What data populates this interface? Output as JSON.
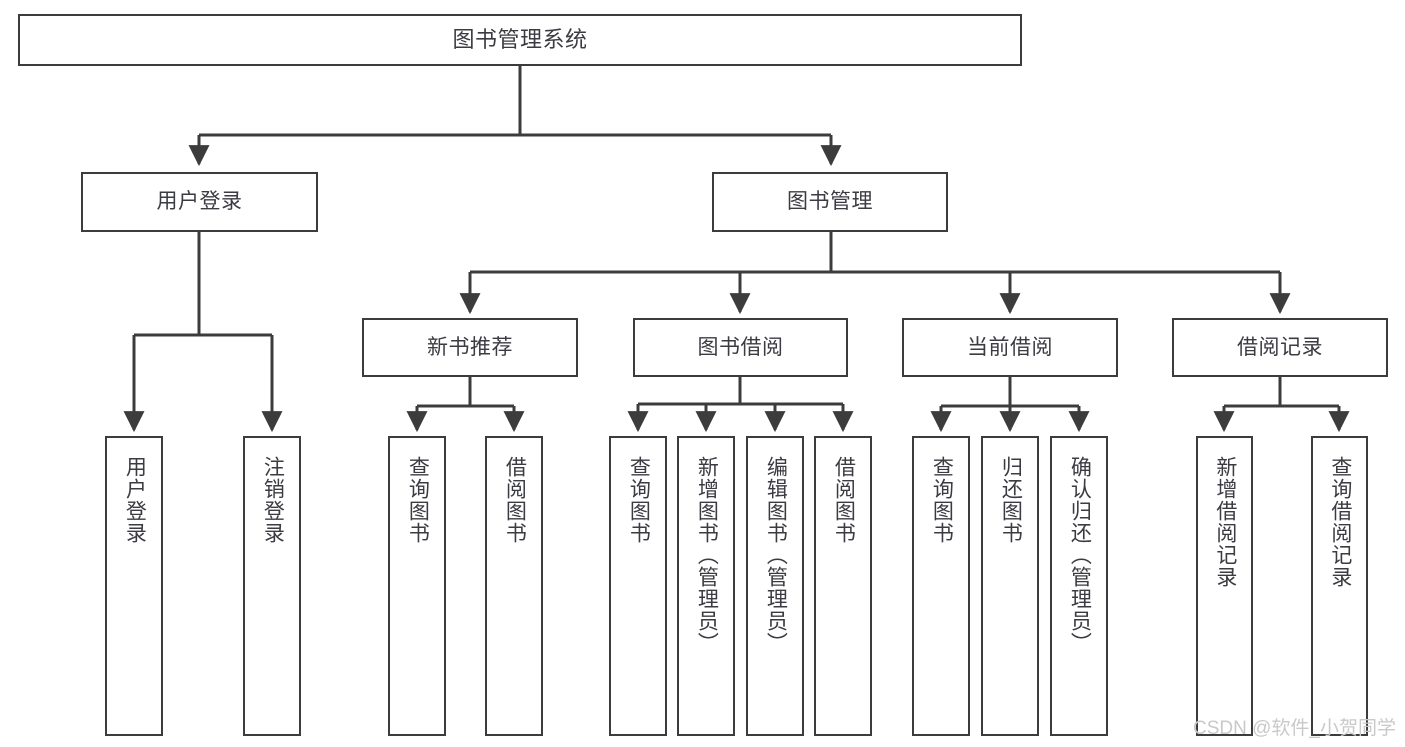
{
  "diagram": {
    "title": "图书管理系统",
    "type": "tree-hierarchy-diagram",
    "colors": {
      "box_border": "#3c3c3c",
      "box_fill": "#ffffff",
      "text": "#3b3b42",
      "edge": "#3c3c3c",
      "background": "#ffffff",
      "watermark": "#c9c9c9"
    },
    "nodes": {
      "root": {
        "label": "图书管理系统"
      },
      "level2": [
        {
          "label": "用户登录"
        },
        {
          "label": "图书管理"
        }
      ],
      "level3": [
        {
          "label": "新书推荐"
        },
        {
          "label": "图书借阅"
        },
        {
          "label": "当前借阅"
        },
        {
          "label": "借阅记录"
        }
      ],
      "leaves": {
        "user_login": [
          {
            "label": "用户登录"
          },
          {
            "label": "注销登录"
          }
        ],
        "new_book_recommend": [
          {
            "label": "查询图书"
          },
          {
            "label": "借阅图书"
          }
        ],
        "book_borrow": [
          {
            "label": "查询图书"
          },
          {
            "label": "新增图书（管理员）"
          },
          {
            "label": "编辑图书（管理员）"
          },
          {
            "label": "借阅图书"
          }
        ],
        "current_borrow": [
          {
            "label": "查询图书"
          },
          {
            "label": "归还图书"
          },
          {
            "label": "确认归还（管理员）"
          }
        ],
        "borrow_record": [
          {
            "label": "新增借阅记录"
          },
          {
            "label": "查询借阅记录"
          }
        ]
      }
    }
  },
  "watermark": {
    "text": "CSDN @软件_小贺同学"
  }
}
